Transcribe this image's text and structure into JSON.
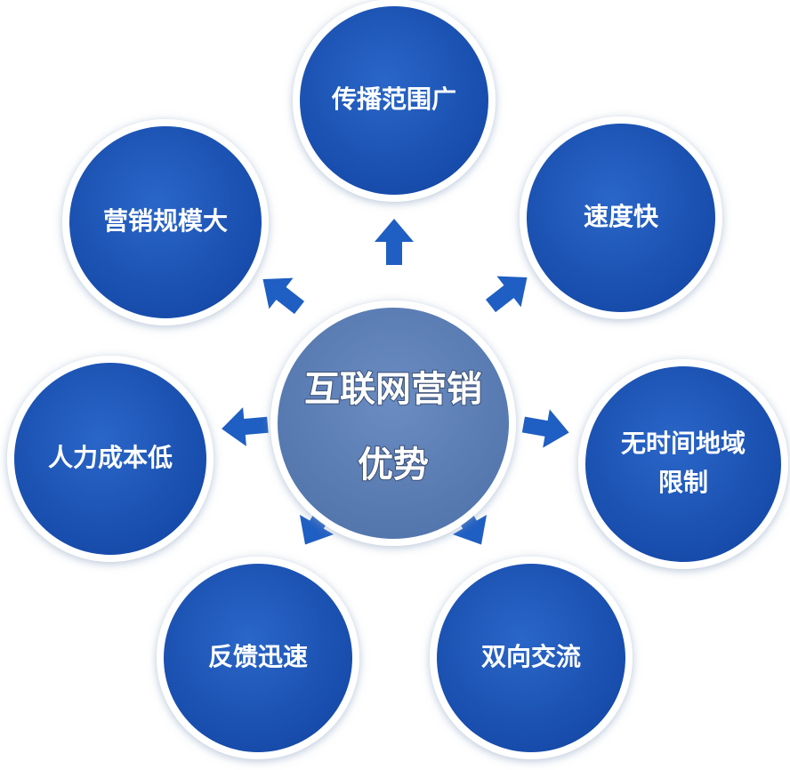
{
  "center": {
    "line1": "互联网营销",
    "line2": "优势"
  },
  "nodes": [
    {
      "id": "wide-reach",
      "lines": [
        "传播范围广"
      ]
    },
    {
      "id": "fast-speed",
      "lines": [
        "速度快"
      ]
    },
    {
      "id": "no-time-region-limit",
      "lines": [
        "无时间地域",
        "限制"
      ]
    },
    {
      "id": "two-way-communication",
      "lines": [
        "双向交流"
      ]
    },
    {
      "id": "fast-feedback",
      "lines": [
        "反馈迅速"
      ]
    },
    {
      "id": "low-labor-cost",
      "lines": [
        "人力成本低"
      ]
    },
    {
      "id": "large-marketing-scale",
      "lines": [
        "营销规模大"
      ]
    }
  ],
  "colors": {
    "node": "#1b57b8",
    "center": "#5d80b8",
    "arrow": "#1f5ec2",
    "border": "#ffffff"
  }
}
